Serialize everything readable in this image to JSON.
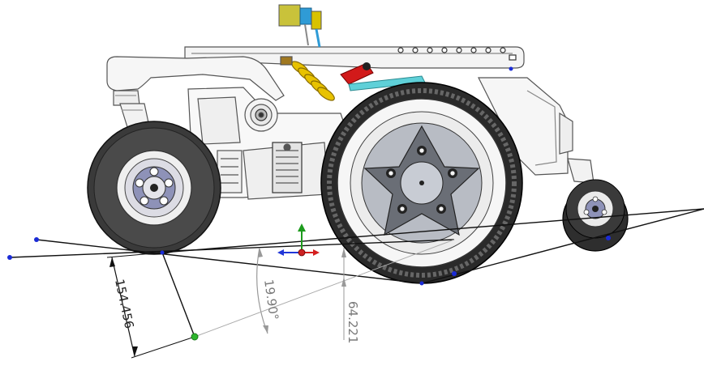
{
  "dimensions": {
    "left_height": "154.456",
    "angle": "19.90°",
    "right_height": "64.221"
  },
  "colors": {
    "sketch_line": "#111111",
    "sketch_point": "#1a2bd6",
    "fixed_point": "#2db52d",
    "tire": "#2a2a2a",
    "rim": "#9aa0a8",
    "frame_outline": "#555555",
    "spring": "#e8c200",
    "battery_block": "#d6d400",
    "triad_x": "#d41f1f",
    "triad_y": "#1d9b1d",
    "triad_z": "#2036d8"
  },
  "icons": {
    "triad": "coordinate-triad-icon",
    "actuator": "actuator-icon"
  }
}
